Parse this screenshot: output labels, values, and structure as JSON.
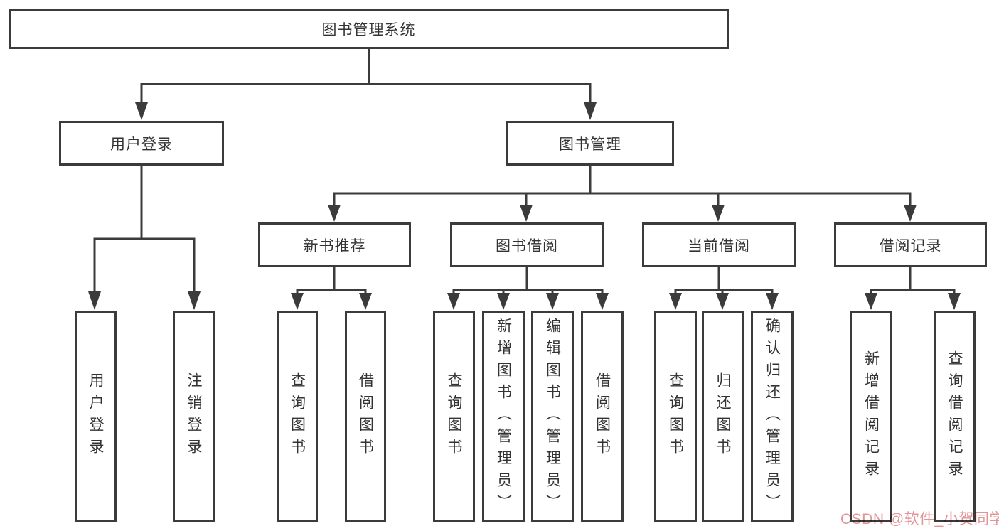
{
  "diagram": {
    "root": "图书管理系统",
    "user_login": "用户登录",
    "book_mgmt": "图书管理",
    "new_book_rec": "新书推荐",
    "book_borrow": "图书借阅",
    "current_borrow": "当前借阅",
    "borrow_record": "借阅记录",
    "leaf_user_login": "用户登录",
    "leaf_logout": "注销登录",
    "leaf_query_book_1": "查询图书",
    "leaf_borrow_book_1": "借阅图书",
    "leaf_query_book_2": "查询图书",
    "leaf_add_book": "新增图书（管理员）",
    "leaf_edit_book": "编辑图书（管理员）",
    "leaf_borrow_book_2": "借阅图书",
    "leaf_query_book_3": "查询图书",
    "leaf_return_book": "归还图书",
    "leaf_confirm_return": "确认归还（管理员）",
    "leaf_add_record": "新增借阅记录",
    "leaf_query_record": "查询借阅记录"
  },
  "watermark": "CSDN @软件_小贺同学",
  "colors": {
    "line": "#3b3b3b",
    "text": "#333333",
    "watermark_pink": "#dd8287",
    "background": "#ffffff"
  }
}
